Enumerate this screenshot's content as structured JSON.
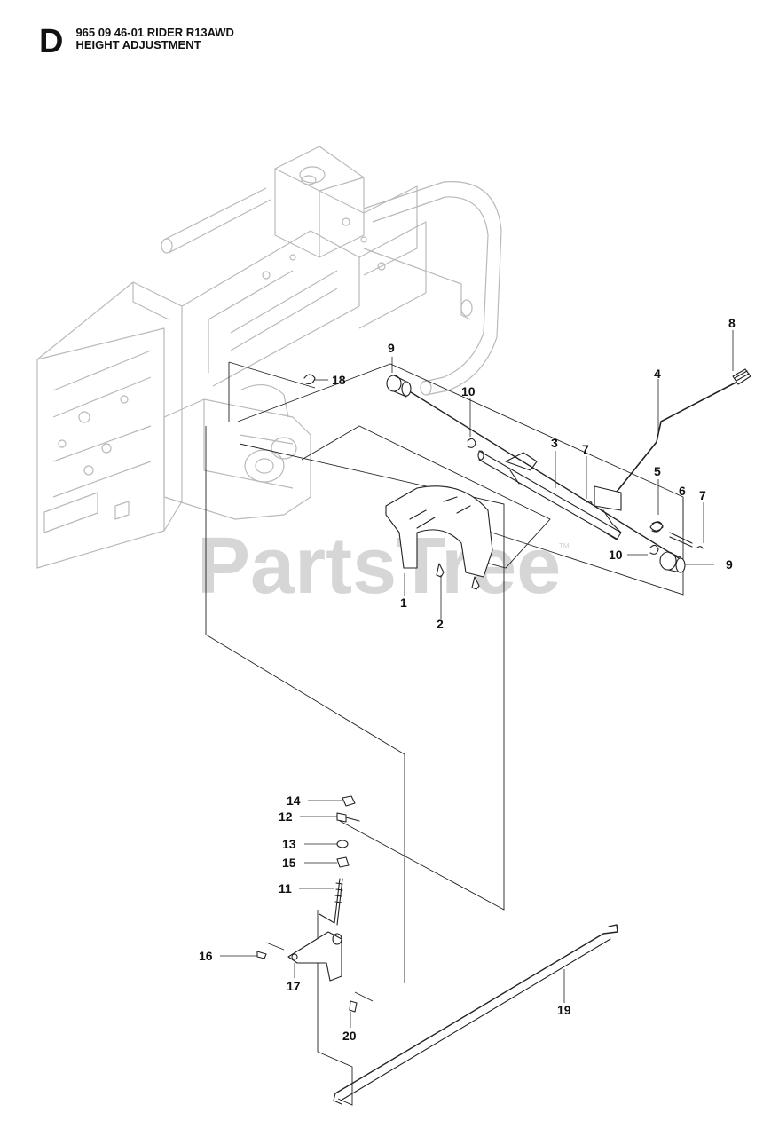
{
  "header": {
    "section_letter": "D",
    "model_line": "965 09 46-01 RIDER R13AWD",
    "section_title": "HEIGHT ADJUSTMENT"
  },
  "watermark": {
    "text": "PartsTree",
    "trademark": "TM"
  },
  "callouts": [
    {
      "id": "c1",
      "label": "1"
    },
    {
      "id": "c2",
      "label": "2"
    },
    {
      "id": "c3",
      "label": "3"
    },
    {
      "id": "c4",
      "label": "4"
    },
    {
      "id": "c5",
      "label": "5"
    },
    {
      "id": "c6",
      "label": "6"
    },
    {
      "id": "c7a",
      "label": "7"
    },
    {
      "id": "c7b",
      "label": "7"
    },
    {
      "id": "c8",
      "label": "8"
    },
    {
      "id": "c9a",
      "label": "9"
    },
    {
      "id": "c9b",
      "label": "9"
    },
    {
      "id": "c10a",
      "label": "10"
    },
    {
      "id": "c10b",
      "label": "10"
    },
    {
      "id": "c11",
      "label": "11"
    },
    {
      "id": "c12",
      "label": "12"
    },
    {
      "id": "c13",
      "label": "13"
    },
    {
      "id": "c14",
      "label": "14"
    },
    {
      "id": "c15",
      "label": "15"
    },
    {
      "id": "c16",
      "label": "16"
    },
    {
      "id": "c17",
      "label": "17"
    },
    {
      "id": "c18",
      "label": "18"
    },
    {
      "id": "c19",
      "label": "19"
    },
    {
      "id": "c20",
      "label": "20"
    }
  ]
}
